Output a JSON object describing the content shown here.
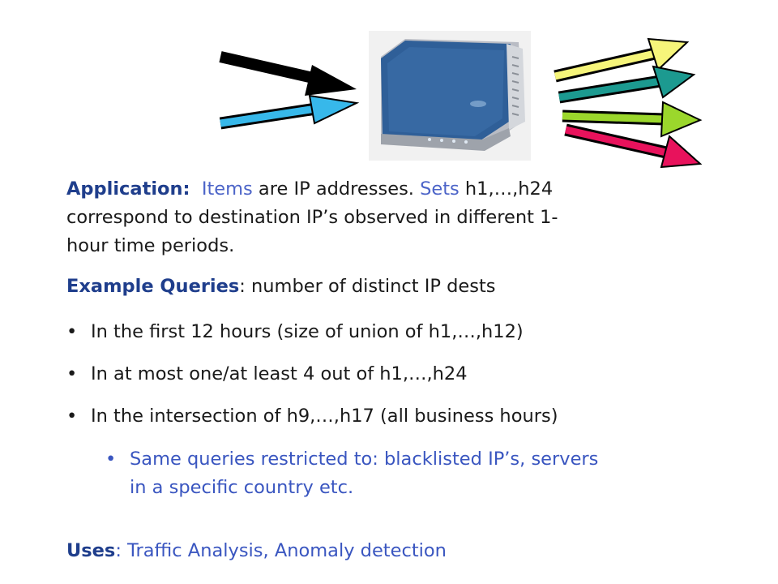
{
  "application": {
    "label": "Application:",
    "kw_items": "Items",
    "text_1": " are IP addresses.  ",
    "kw_sets": "Sets",
    "text_2": " h1,…,h24",
    "line_2": "correspond to destination IP’s observed in different 1-",
    "line_3": "hour time periods."
  },
  "example": {
    "label": "Example Queries",
    "text": ":  number of distinct IP dests"
  },
  "bullets": [
    {
      "marker": "•",
      "text": "In the first 12 hours (size of union of h1,…,h12)"
    },
    {
      "marker": "•",
      "text": "In at most one/at least 4 out of h1,…,h24"
    },
    {
      "marker": "•",
      "text": "In the intersection of h9,…,h17 (all business hours)"
    }
  ],
  "sub_bullet": {
    "marker": "•",
    "line_1": "Same queries restricted to: blacklisted IP’s, servers",
    "line_2": "in a specific country etc."
  },
  "uses": {
    "label": "Uses",
    "text": ": Traffic Analysis, Anomaly detection"
  },
  "colors": {
    "arrow_in_1": "#000000",
    "arrow_in_2": "#37b8ea",
    "arrow_out_1": "#f6f57a",
    "arrow_out_2": "#1c9a90",
    "arrow_out_3": "#9bd72c",
    "arrow_out_4": "#e8125c",
    "router_body": "#2a5b94",
    "router_side": "#c9ccd2"
  }
}
